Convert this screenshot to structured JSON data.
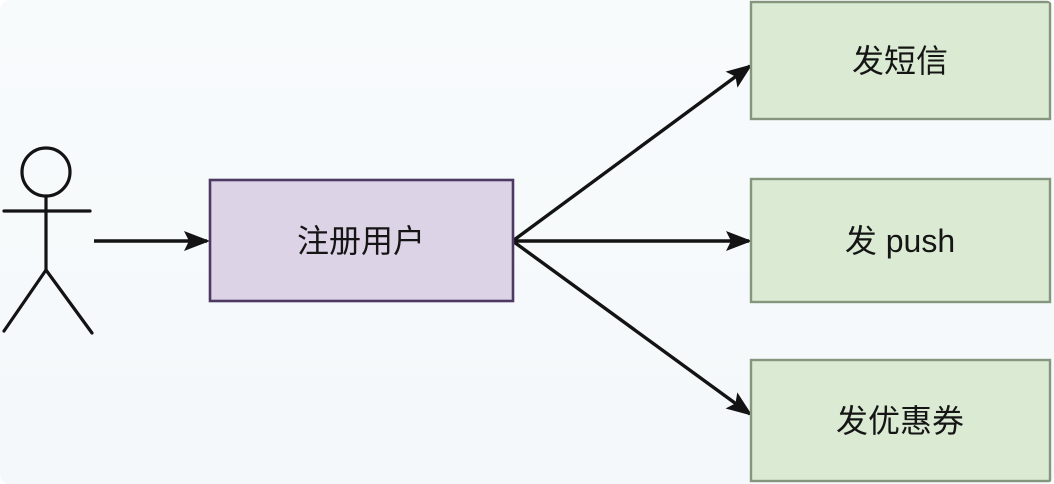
{
  "diagram": {
    "type": "use-case-diagram",
    "actor": {
      "id": "user-actor",
      "shape": "stick-figure"
    },
    "nodes": [
      {
        "id": "registered-user",
        "label": "注册用户",
        "fill": "#ddd3e6",
        "border": "#4d3a63"
      },
      {
        "id": "send-sms",
        "label": "发短信",
        "fill": "#daead3",
        "border": "#85967f"
      },
      {
        "id": "send-push",
        "label": "发 push",
        "fill": "#daead3",
        "border": "#85967f"
      },
      {
        "id": "send-coupon",
        "label": "发优惠券",
        "fill": "#daead3",
        "border": "#85967f"
      }
    ],
    "edges": [
      {
        "from": "user-actor",
        "to": "registered-user",
        "style": "arrow"
      },
      {
        "from": "registered-user",
        "to": "send-sms",
        "style": "arrow"
      },
      {
        "from": "registered-user",
        "to": "send-push",
        "style": "arrow"
      },
      {
        "from": "registered-user",
        "to": "send-coupon",
        "style": "arrow"
      }
    ],
    "colors": {
      "line": "#131313",
      "background": "#f6f9fb",
      "text": "#151515"
    }
  }
}
